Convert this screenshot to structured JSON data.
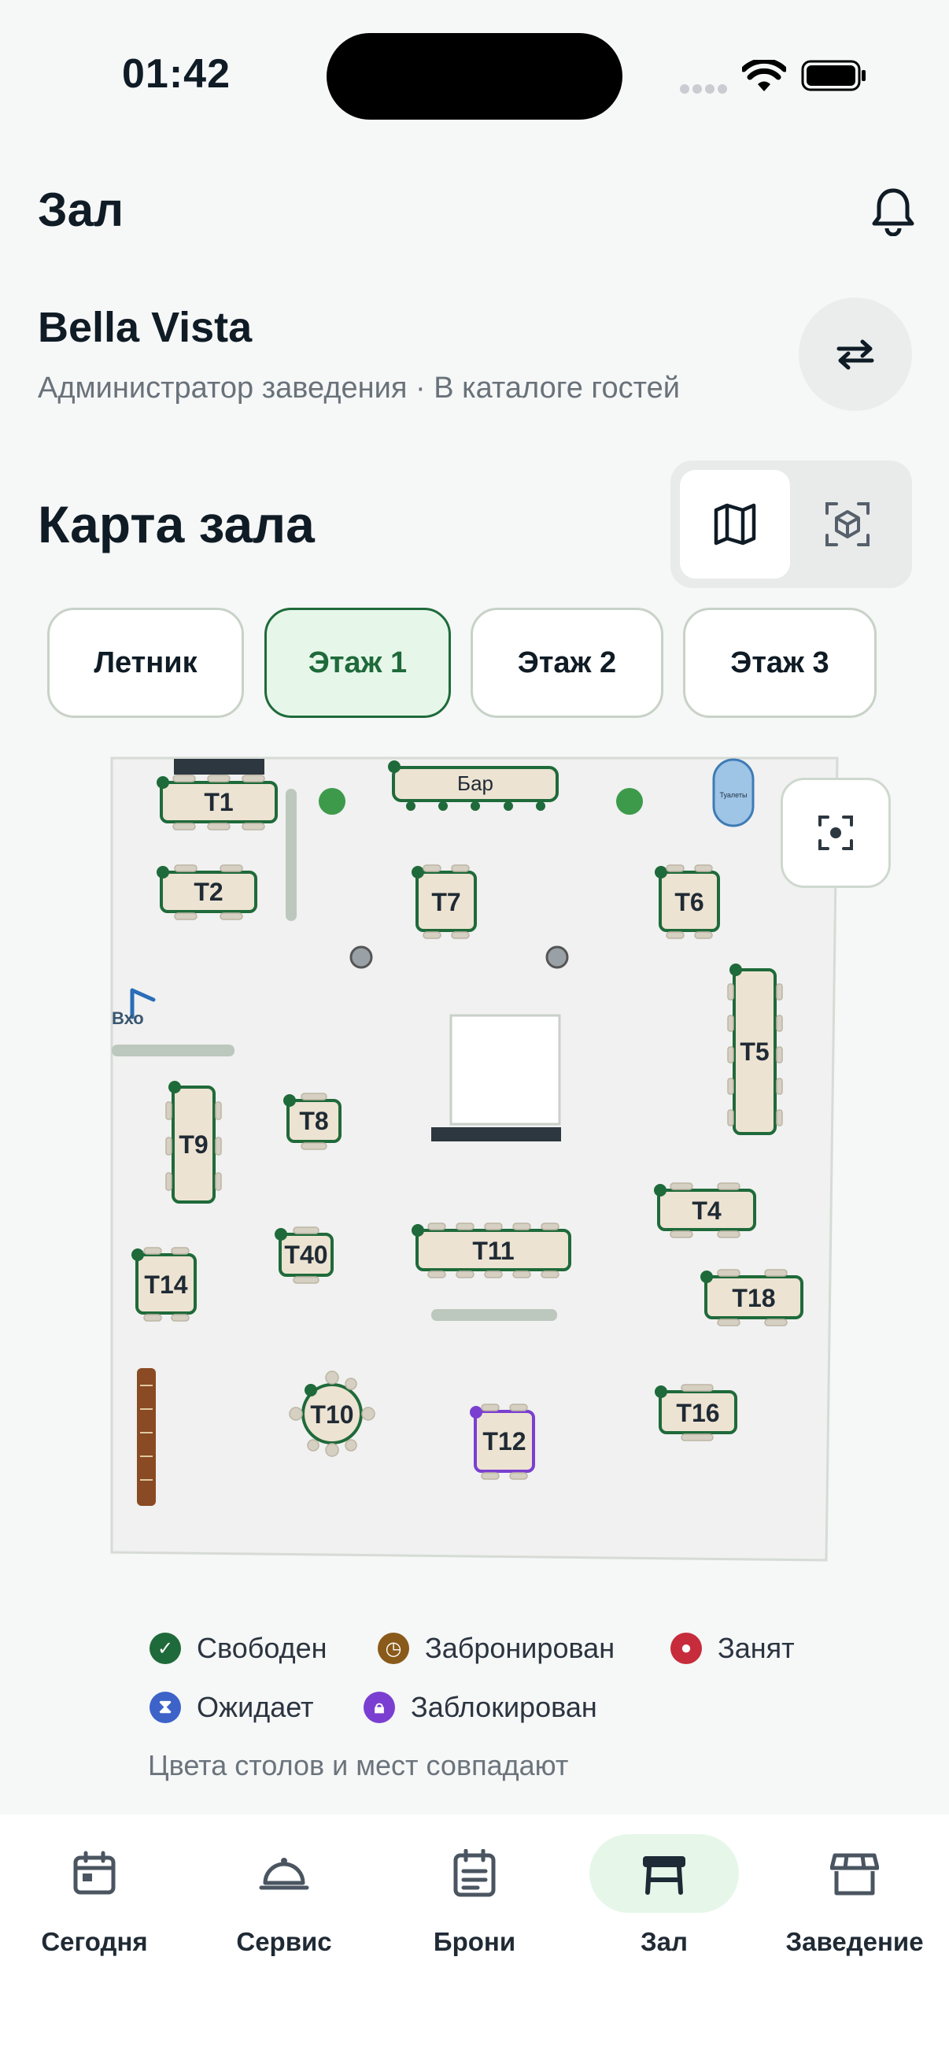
{
  "status": {
    "time": "01:42"
  },
  "header": {
    "title": "Зал"
  },
  "venue": {
    "name": "Bella Vista",
    "subtitle": "Администратор заведения · В каталоге гостей"
  },
  "section": {
    "title": "Карта зала"
  },
  "floors": [
    {
      "label": "Летник",
      "active": false
    },
    {
      "label": "Этаж 1",
      "active": true
    },
    {
      "label": "Этаж 2",
      "active": false
    },
    {
      "label": "Этаж 3",
      "active": false
    }
  ],
  "map": {
    "bar_label": "Бар",
    "entrance_label": "Вхо",
    "toilet_label": "Туалеты",
    "tables": [
      "T1",
      "T2",
      "T7",
      "T6",
      "T5",
      "T9",
      "T8",
      "T4",
      "T40",
      "T11",
      "T14",
      "T18",
      "T10",
      "T12",
      "T16"
    ]
  },
  "legend": {
    "free": "Свободен",
    "reserved": "Забронирован",
    "occupied": "Занят",
    "waiting": "Ожидает",
    "blocked": "Заблокирован",
    "note": "Цвета столов и мест совпадают"
  },
  "tabs": [
    {
      "label": "Сегодня",
      "icon": "calendar-icon"
    },
    {
      "label": "Сервис",
      "icon": "cloche-icon"
    },
    {
      "label": "Брони",
      "icon": "booking-icon"
    },
    {
      "label": "Зал",
      "icon": "table-icon"
    },
    {
      "label": "Заведение",
      "icon": "store-icon"
    }
  ],
  "colors": {
    "free": "#1f6a3a",
    "reserved": "#8a5a1a",
    "occupied": "#c62c3b",
    "waiting": "#3d63c9",
    "blocked": "#7a3fd1",
    "accent": "#1f6a3a"
  }
}
